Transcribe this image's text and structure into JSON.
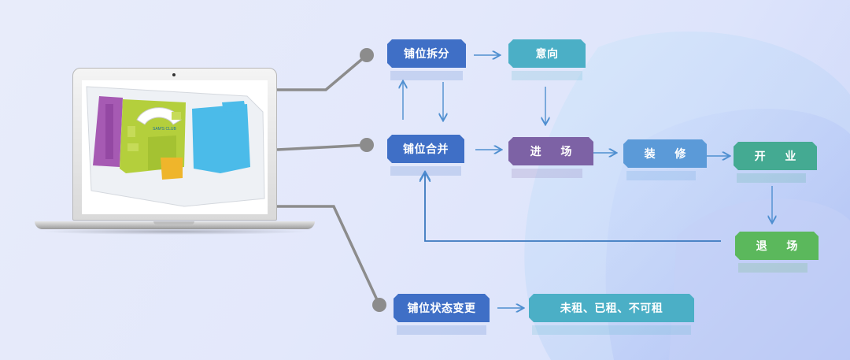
{
  "nodes": {
    "split": "铺位拆分",
    "intent": "意向",
    "merge": "铺位合并",
    "enter": "进 场",
    "decorate": "装 修",
    "open": "开 业",
    "exit": "退 场",
    "status_change": "铺位状态变更",
    "status_values": "未租、已租、不可租"
  },
  "screen": {
    "club_label": "SAM'S CLUB"
  },
  "colors": {
    "blue": "#3f6fc6",
    "teal": "#4bafc6",
    "purple": "#7d62a5",
    "light_blue": "#5b9ad8",
    "green": "#44aa92",
    "bright_green": "#5bb85c",
    "connector_gray": "#8c8c8c",
    "arrow": "#4f8fd0"
  }
}
